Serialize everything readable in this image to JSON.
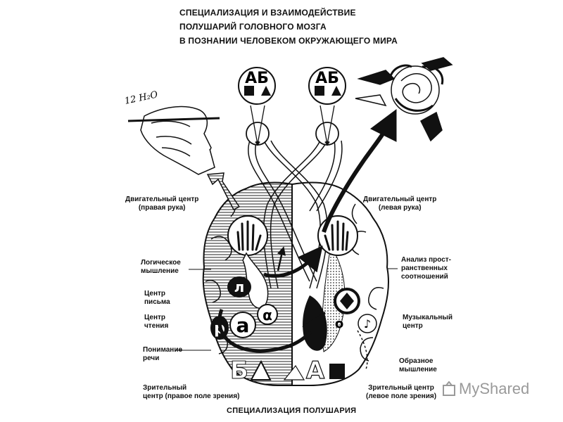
{
  "title": {
    "line1": "СПЕЦИАЛИЗАЦИЯ И ВЗАИМОДЕЙСТВИЕ",
    "line2": "ПОЛУШАРИЙ ГОЛОВНОГО МОЗГА",
    "line3": "В ПОЗНАНИИ ЧЕЛОВЕКОМ ОКРУЖАЮЩЕГО МИРА"
  },
  "handwriting": "12 H₂O",
  "labels_left": {
    "motor_right_1": "Двигательный центр",
    "motor_right_2": "(правая рука)",
    "logic_1": "Логическое",
    "logic_2": "мышление",
    "writing_1": "Центр",
    "writing_2": "письма",
    "reading_1": "Центр",
    "reading_2": "чтения",
    "speech_1": "Понимание",
    "speech_2": "речи",
    "visual_right_1": "Зрительный",
    "visual_right_2": "центр  (правое поле зрения)"
  },
  "labels_right": {
    "motor_left_1": "Двигательный центр",
    "motor_left_2": "(левая рука)",
    "spatial_1": "Анализ прост-",
    "spatial_2": "ранственных",
    "spatial_3": "соотношений",
    "music_1": "Музыкальный",
    "music_2": "центр",
    "imagery_1": "Образное",
    "imagery_2": "мышление",
    "visual_left_1": "Зрительный центр",
    "visual_left_2": "(левое поле зрения)"
  },
  "glyphs": {
    "top_left": "АБ",
    "top_right": "АБ",
    "letter_l": "л",
    "letter_r": "р",
    "letter_a1": "а",
    "letter_a2": "α",
    "letter_o": "о",
    "bottom_b": "Б",
    "bottom_a": "А",
    "note": "♪"
  },
  "footer": "СПЕЦИАЛИЗАЦИЯ ПОЛУШАРИЯ",
  "watermark": "MyShared"
}
